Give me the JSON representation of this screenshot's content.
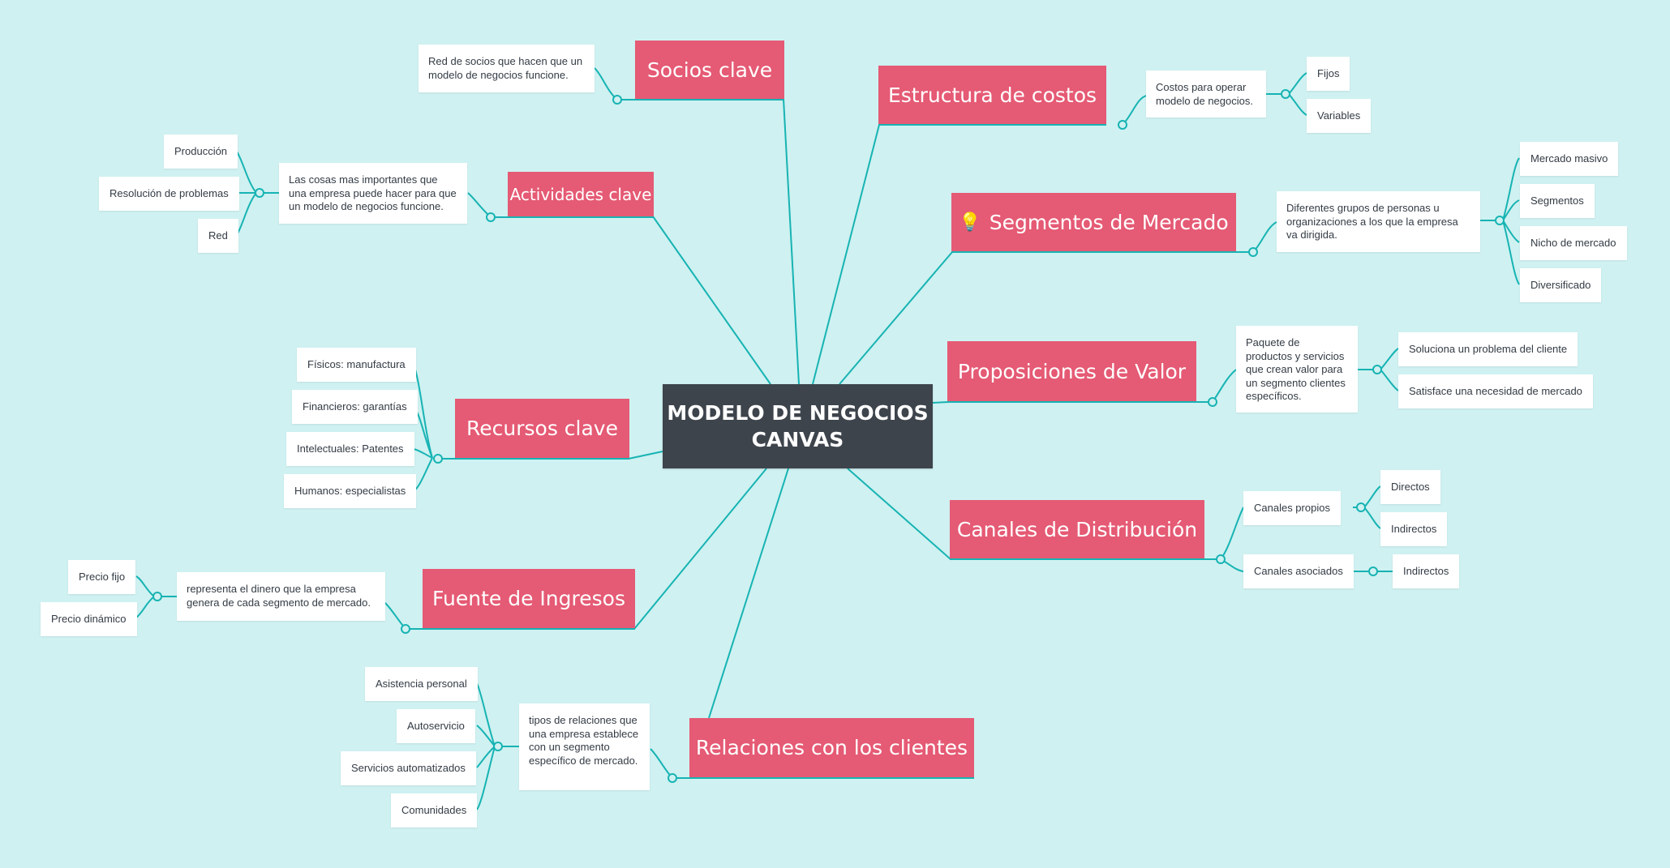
{
  "center": {
    "line1": "MODELO DE NEGOCIOS",
    "line2": "CANVAS"
  },
  "colors": {
    "background": "#cff1f1",
    "center": "#3e444c",
    "topic": "#e55a74",
    "connector": "#17b3b3"
  },
  "topics": {
    "socios": "Socios clave",
    "actividades": "Actividades clave",
    "recursos": "Recursos clave",
    "ingresos": "Fuente de Ingresos",
    "relaciones": "Relaciones con los clientes",
    "costos": "Estructura de costos",
    "segmentos": "Segmentos de Mercado",
    "propuestas": "Proposiciones de Valor",
    "canales": "Canales de Distribución"
  },
  "segmentos_icon": "lightbulb-icon",
  "notes": {
    "socios": "Red de  socios que hacen que un modelo de negocios funcione.",
    "actividades": "Las cosas mas importantes que una empresa puede hacer para que un modelo de negocios funcione.",
    "ingresos": "representa el dinero que la empresa genera de cada segmento de mercado.",
    "relaciones": "tipos de relaciones que una empresa establece con un segmento específico de mercado.",
    "costos": "Costos para operar modelo de negocios.",
    "segmentos": "Diferentes grupos de personas u organizaciones a los que la empresa va dirigida.",
    "propuestas": "Paquete de productos y servicios que crean valor para un segmento clientes específicos."
  },
  "leaves": {
    "actividades": [
      "Producción",
      "Resolución de problemas",
      "Red"
    ],
    "recursos": [
      "Físicos: manufactura",
      "Financieros: garantías",
      "Intelectuales: Patentes",
      "Humanos: especialistas"
    ],
    "ingresos": [
      "Precio fijo",
      "Precio dinámico"
    ],
    "relaciones": [
      "Asistencia personal",
      "Autoservicio",
      "Servicios automatizados",
      "Comunidades"
    ],
    "costos": [
      "Fijos",
      "Variables"
    ],
    "segmentos": [
      "Mercado masivo",
      "Segmentos",
      "Nicho de mercado",
      "Diversificado"
    ],
    "propuestas": [
      "Soluciona un problema del cliente",
      "Satisface una necesidad de mercado"
    ],
    "canales": [
      "Canales propios",
      "Canales asociados"
    ],
    "canales_propios": [
      "Directos",
      "Indirectos"
    ],
    "canales_asociados": [
      "Indirectos"
    ]
  }
}
